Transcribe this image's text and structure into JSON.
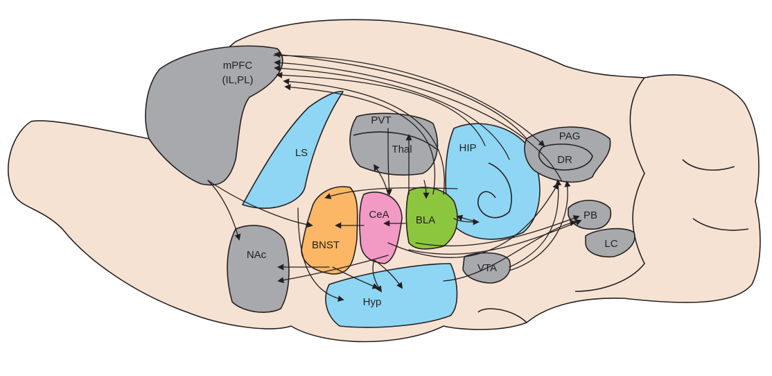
{
  "colors": {
    "brain": "#f6e2d2",
    "gray_region": "#a7a9ac",
    "blue_region": "#8fd6f4",
    "orange_region": "#fbb765",
    "pink_region": "#f29ac4",
    "green_region": "#8cc63f",
    "line": "#231f20"
  },
  "regions": {
    "mpfc": {
      "line1": "mPFC",
      "line2": "(IL,PL)",
      "color": "gray"
    },
    "ls": {
      "label": "LS",
      "color": "blue"
    },
    "pvt": {
      "label": "PVT",
      "color": "gray"
    },
    "thal": {
      "label": "Thal",
      "color": "gray"
    },
    "hip": {
      "label": "HIP",
      "color": "blue"
    },
    "pag": {
      "label": "PAG",
      "color": "gray"
    },
    "dr": {
      "label": "DR",
      "color": "gray"
    },
    "cea": {
      "label": "CeA",
      "color": "pink"
    },
    "bla": {
      "label": "BLA",
      "color": "green"
    },
    "bnst": {
      "label": "BNST",
      "color": "orange"
    },
    "nac": {
      "label": "NAc",
      "color": "gray"
    },
    "pb": {
      "label": "PB",
      "color": "gray"
    },
    "lc": {
      "label": "LC",
      "color": "gray"
    },
    "vta": {
      "label": "VTA",
      "color": "gray"
    },
    "hyp": {
      "label": "Hyp",
      "color": "blue"
    }
  }
}
